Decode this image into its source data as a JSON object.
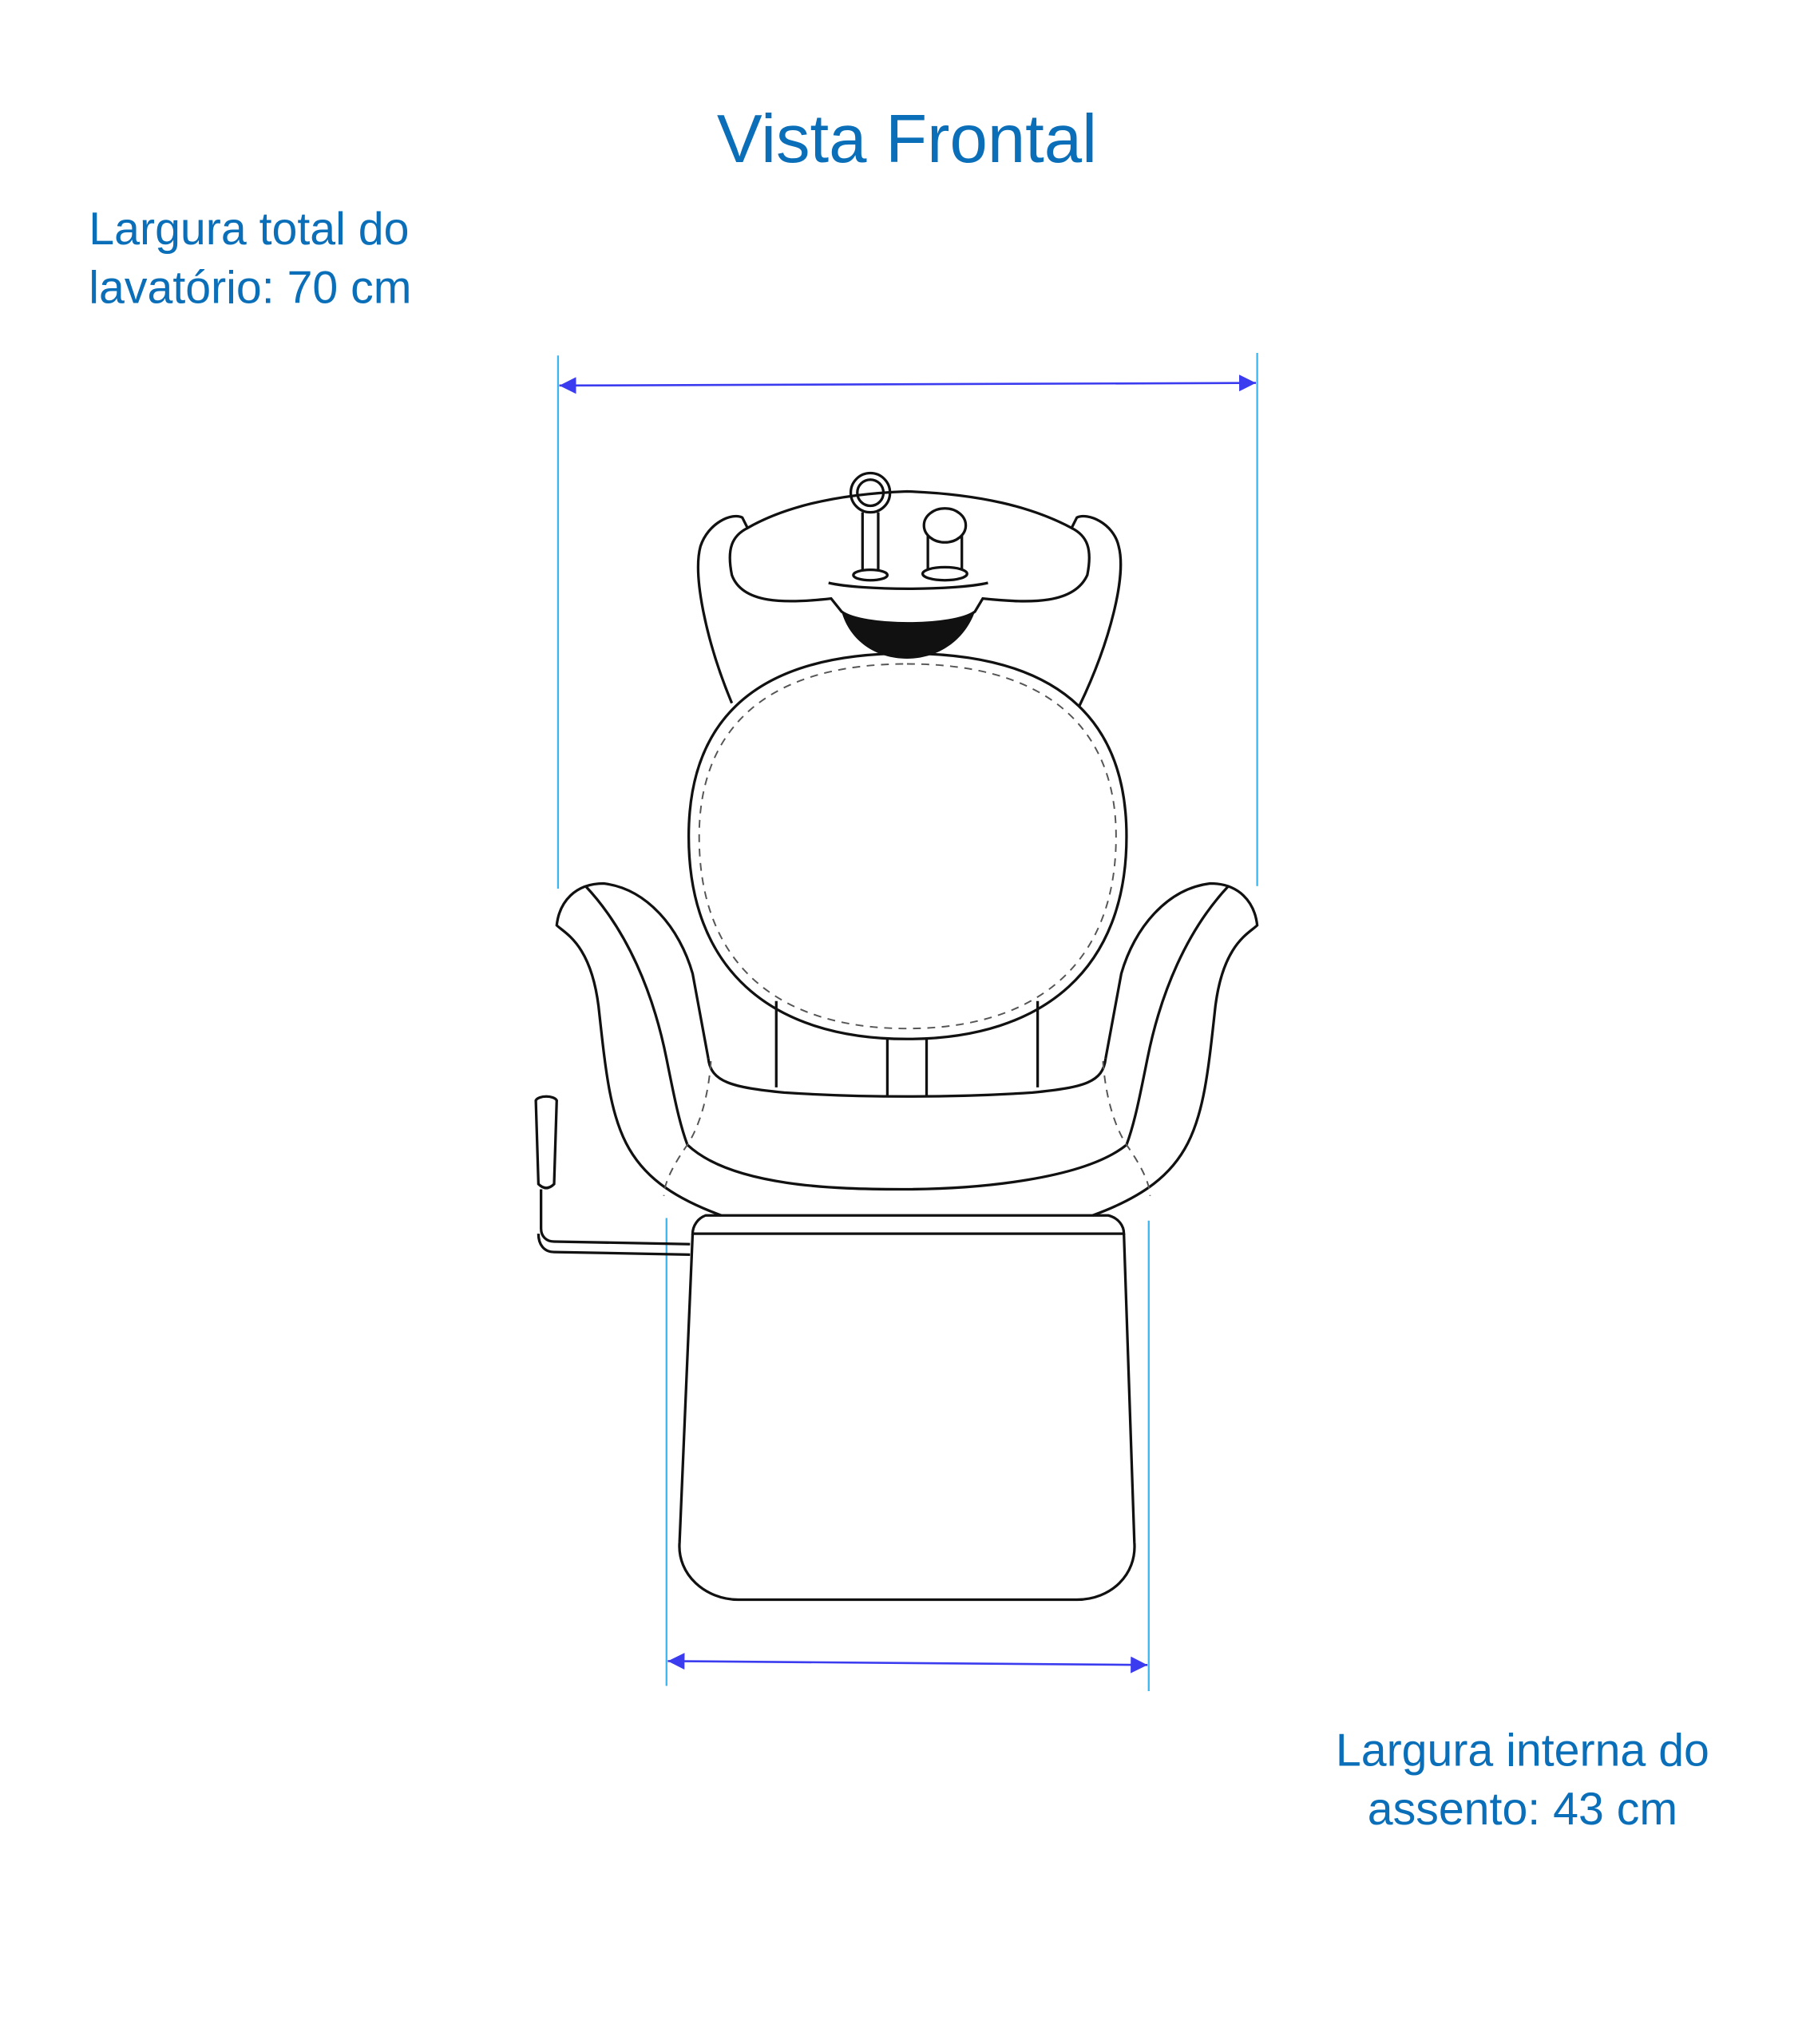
{
  "title": "Vista Frontal",
  "total_width_label": {
    "line1": "Largura total do",
    "line2": "lavatório: 70 cm"
  },
  "seat_width_label": {
    "line1": "Largura interna do",
    "line2": "assento: 43 cm"
  },
  "colors": {
    "text": "#0a6fb8",
    "guide": "#3ab6f0",
    "dimension": "#3b3bf0",
    "outline": "#111111"
  }
}
